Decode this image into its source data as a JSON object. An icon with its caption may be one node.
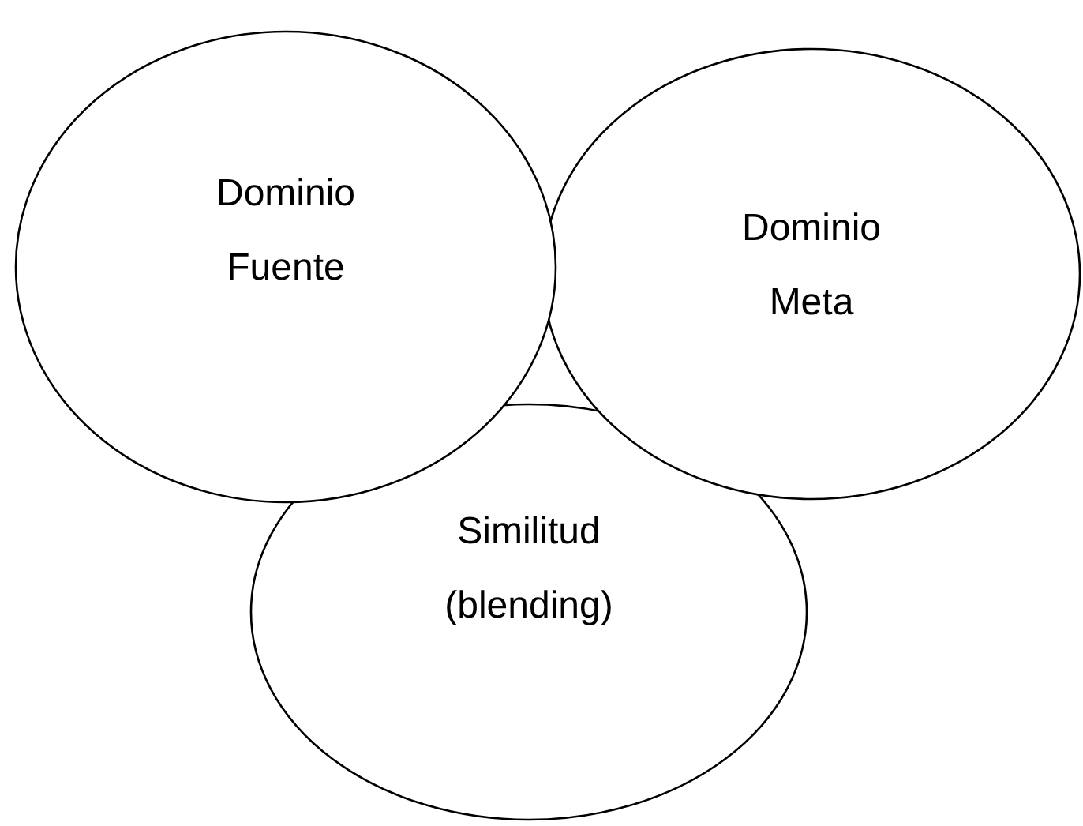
{
  "diagram": {
    "nodes": [
      {
        "text": [
          "Dominio Fuente"
        ]
      },
      {
        "text": [
          "Dominio Meta"
        ]
      },
      {
        "text": [
          "Similitud (blending)"
        ]
      }
    ]
  }
}
